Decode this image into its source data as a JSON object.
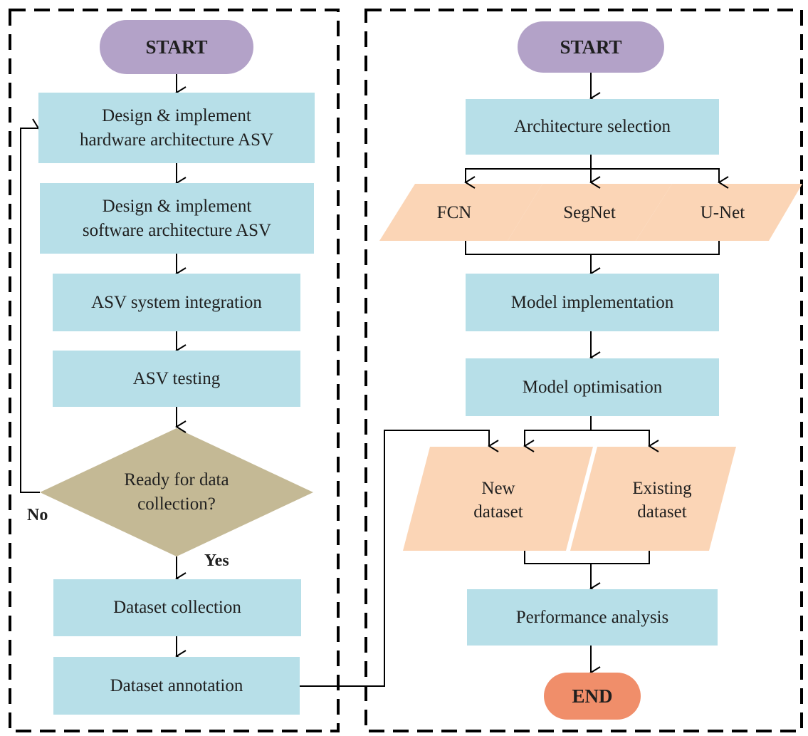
{
  "colors": {
    "box": "#b7dfe8",
    "start": "#b3a2c8",
    "end": "#f08e6a",
    "parallelogram": "#fbd5b6",
    "decision": "#c4b995",
    "line": "#000000"
  },
  "left_flow": {
    "start": "START",
    "step1_line1": "Design & implement",
    "step1_line2": "hardware architecture ASV",
    "step2_line1": "Design & implement",
    "step2_line2": "software architecture ASV",
    "step3": "ASV system integration",
    "step4": "ASV testing",
    "decision_line1": "Ready for data",
    "decision_line2": "collection?",
    "no_label": "No",
    "yes_label": "Yes",
    "step5": "Dataset collection",
    "step6": "Dataset annotation"
  },
  "right_flow": {
    "start": "START",
    "step1": "Architecture selection",
    "options": [
      "FCN",
      "SegNet",
      "U-Net"
    ],
    "step2": "Model implementation",
    "step3": "Model optimisation",
    "dataset_new_line1": "New",
    "dataset_new_line2": "dataset",
    "dataset_existing_line1": "Existing",
    "dataset_existing_line2": "dataset",
    "step4": "Performance analysis",
    "end": "END"
  }
}
